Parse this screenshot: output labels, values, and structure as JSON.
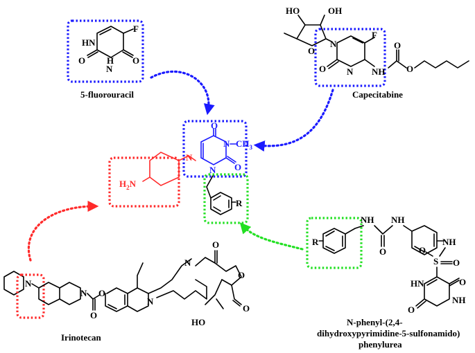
{
  "captions": {
    "fluorouracil": "5-fluorouracil",
    "capecitabine": "Capecitabine",
    "irinotecan": "Irinotecan",
    "sulfonamido_line1": "N-phenyl-(2,4-",
    "sulfonamido_line2": "dihydroxypyrimidine-5-sulfonamido)",
    "sulfonamido_line3": "phenylurea"
  },
  "atoms": {
    "F": "F",
    "HN": "HN",
    "H": "H",
    "N": "N",
    "O": "O",
    "HO": "HO",
    "OH": "OH",
    "NH": "NH",
    "CH3": "CH",
    "CH3_sub": "3",
    "H2N_h": "H",
    "H2N_sub": "2",
    "H2N_n": "N",
    "R": "R",
    "S": "S",
    "NH_sulf": "NH"
  },
  "colors": {
    "blue": "#1a1aff",
    "red": "#ff2a2a",
    "green": "#22e022",
    "black": "#000000"
  }
}
